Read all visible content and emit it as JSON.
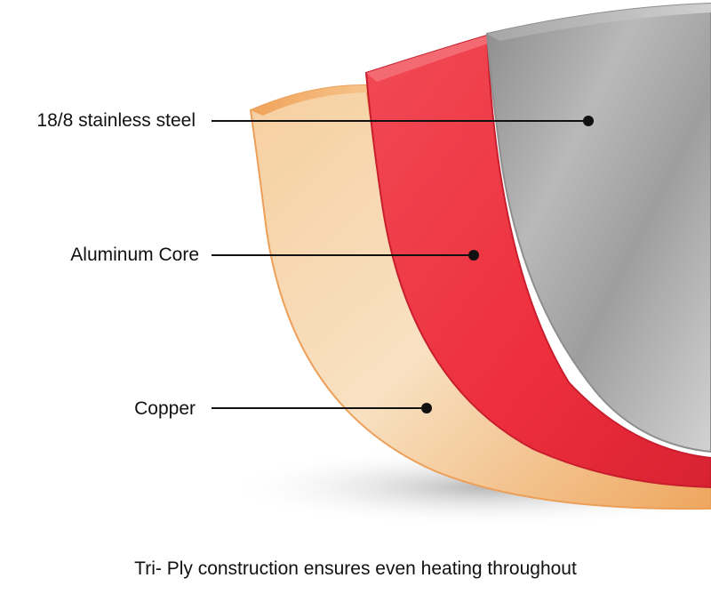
{
  "labels": {
    "stainless_steel": "18/8 stainless steel",
    "aluminum_core": "Aluminum Core",
    "copper": "Copper"
  },
  "caption": "Tri- Ply construction ensures even heating throughout",
  "colors": {
    "copper": "#f2b77a",
    "aluminum": "#ef3340",
    "steel": "#9a9a9a",
    "leader": "#111111"
  }
}
